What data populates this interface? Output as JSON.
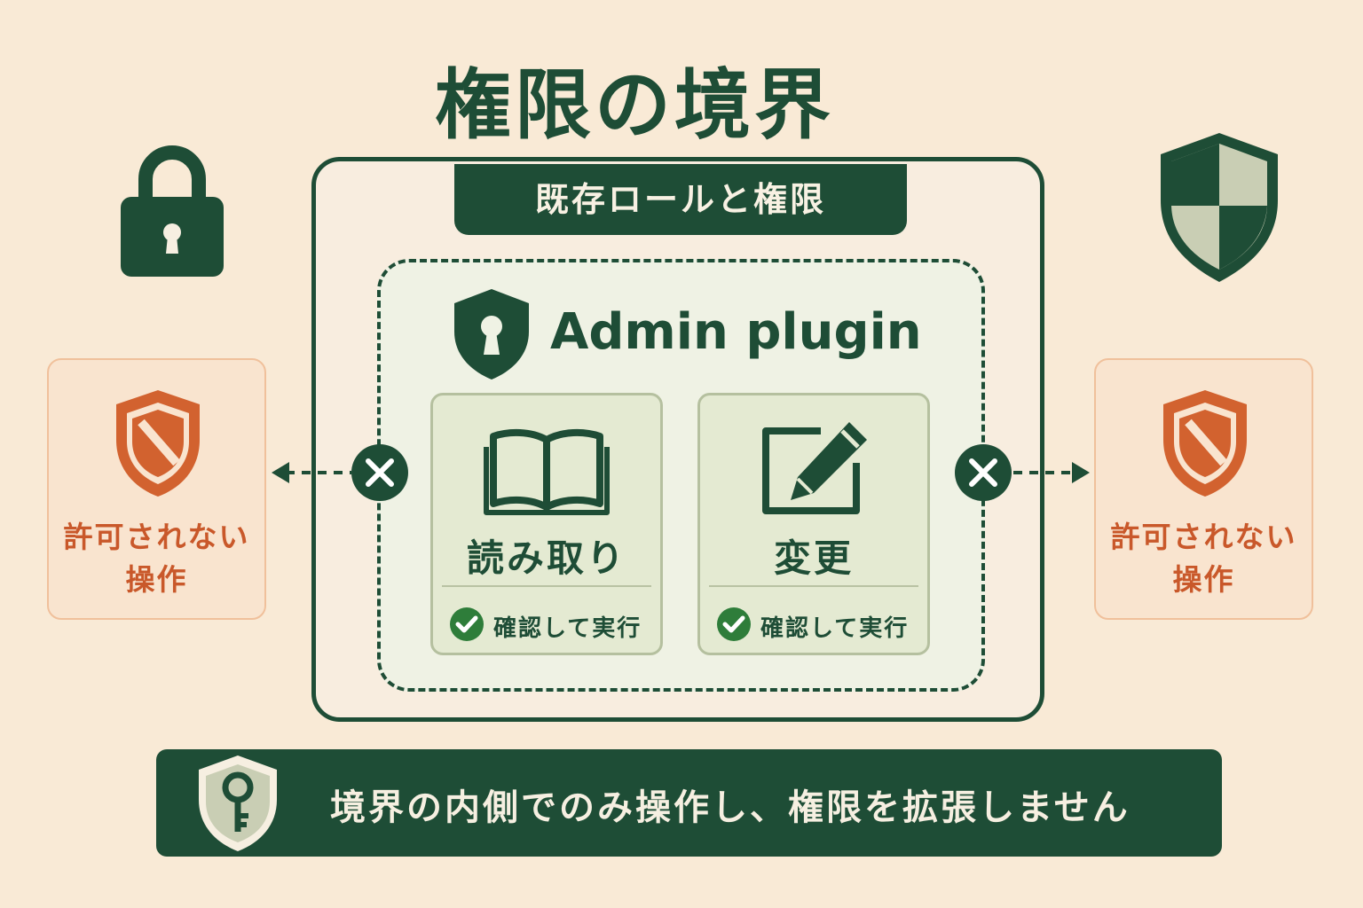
{
  "title": "権限の境界",
  "role_box": {
    "label": "既存ロールと権限"
  },
  "plugin": {
    "title": "Admin plugin"
  },
  "actions": [
    {
      "label": "読み取り",
      "note": "確認して実行",
      "icon": "open-book-icon"
    },
    {
      "label": "変更",
      "note": "確認して実行",
      "icon": "edit-pencil-icon"
    }
  ],
  "denied": {
    "left": {
      "line1": "許可されない",
      "line2": "操作"
    },
    "right": {
      "line1": "許可されない",
      "line2": "操作"
    }
  },
  "footer": {
    "text": "境界の内側でのみ操作し、権限を拡張しません",
    "icon": "key-shield-icon"
  },
  "colors": {
    "background": "#f9ead6",
    "primary": "#1e4d36",
    "denied": "#c9582a",
    "allowed_check": "#2e7d3a"
  }
}
